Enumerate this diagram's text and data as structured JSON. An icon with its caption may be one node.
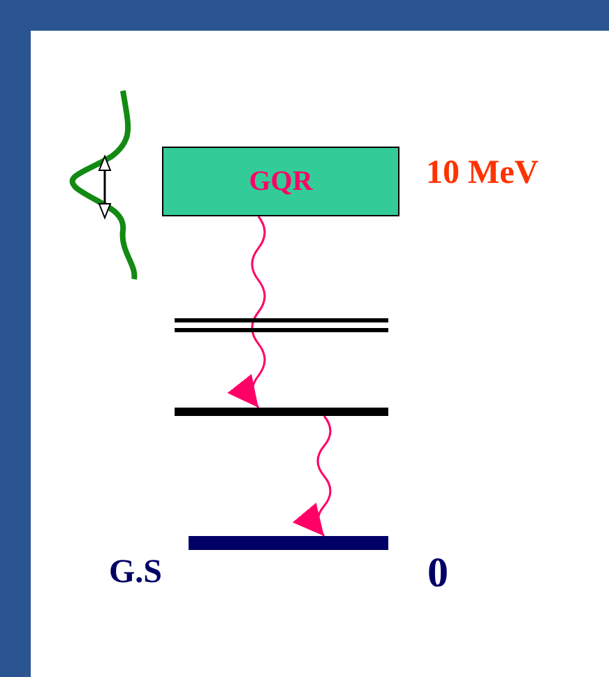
{
  "diagram": {
    "nodes": [
      {
        "text": [
          "GQR"
        ],
        "beside": [
          "10 MeV"
        ]
      },
      {
        "text": [],
        "shape": "bar"
      },
      {
        "text": [],
        "shape": "bar"
      },
      {
        "text": [],
        "shape": "bar",
        "beside": [
          "G.S",
          "0"
        ]
      }
    ],
    "edges": [
      {
        "from": 0,
        "to": 2,
        "arrow": "to"
      },
      {
        "from": 2,
        "to": 3,
        "arrow": "to"
      }
    ]
  }
}
